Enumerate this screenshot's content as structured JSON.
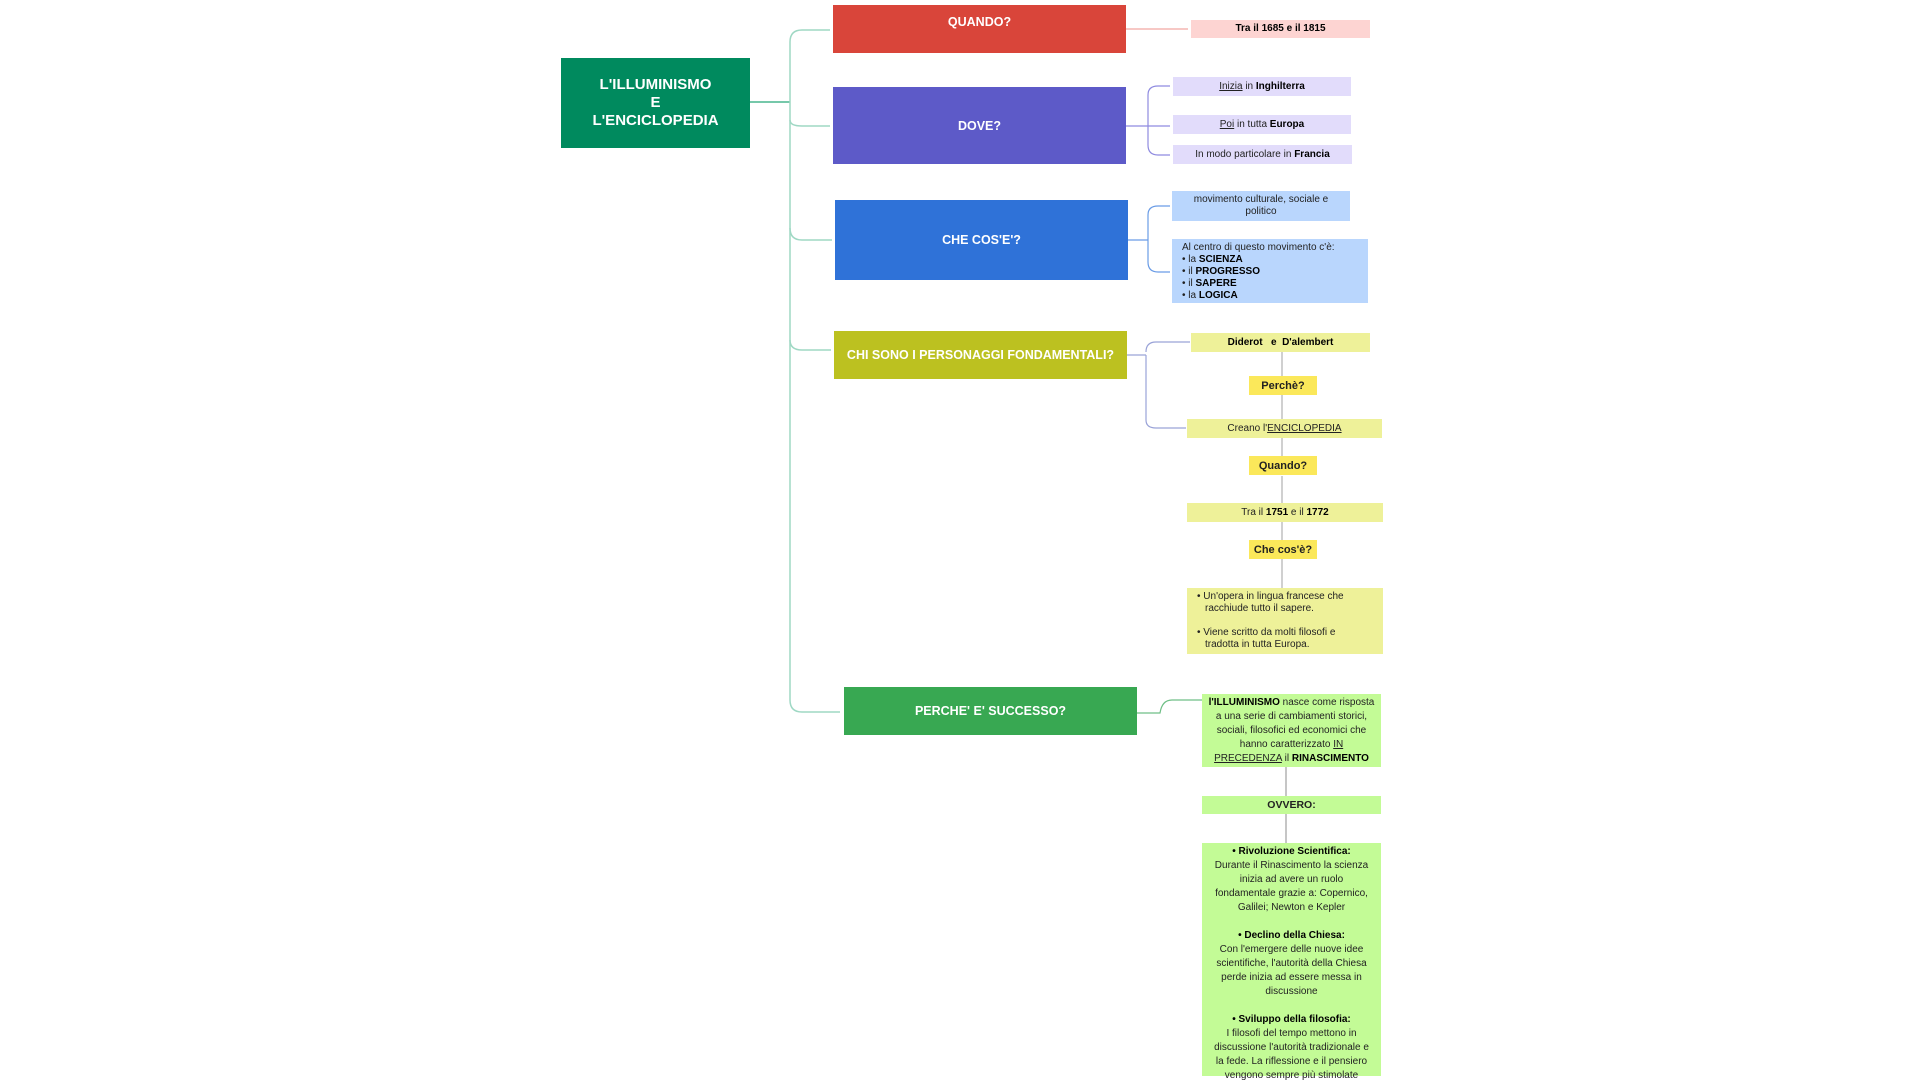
{
  "colors": {
    "root": "#008a5e",
    "quando": "#d9453a",
    "dove": "#5d5ac8",
    "checose": "#2f72d8",
    "chi": "#bcc120",
    "perche": "#38a852",
    "leaf_pink": "#fdd4d2",
    "leaf_lavender": "#e2dcfb",
    "leaf_blue": "#b9d6fd",
    "leaf_lime": "#eef199",
    "leaf_yellow": "#fbe85a",
    "leaf_green": "#c3fb96"
  },
  "root": {
    "line1": "L'ILLUMINISMO",
    "line2": "E",
    "line3": "L'ENCICLOPEDIA"
  },
  "branches": {
    "quando": "QUANDO?",
    "dove": "DOVE?",
    "checose": "CHE COS'E'?",
    "chi": "CHI SONO I PERSONAGGI FONDAMENTALI?",
    "perche": "PERCHE' E' SUCCESSO?"
  },
  "quando": {
    "period": "Tra il 1685 e il 1815"
  },
  "dove": {
    "item1": {
      "a": "Inizia",
      "b": " in ",
      "c": "Inghilterra"
    },
    "item2": {
      "a": "Poi",
      "b": " in tutta ",
      "c": "Europa"
    },
    "item3": {
      "a": "In modo particolare in ",
      "c": "Francia"
    }
  },
  "checose": {
    "def": "movimento culturale, sociale e politico",
    "intro": "Al centro di questo movimento c'è:",
    "items": [
      {
        "pre": "• la ",
        "b": "SCIENZA"
      },
      {
        "pre": "• il ",
        "b": "PROGRESSO"
      },
      {
        "pre": "• il ",
        "b": "SAPERE"
      },
      {
        "pre": "• la ",
        "b": "LOGICA"
      }
    ]
  },
  "chi": {
    "names": "Diderot   e  D'alembert",
    "q1": "Perchè?",
    "creano_pre": "Creano l'",
    "creano_u": "ENCICLOPEDIA",
    "q2": "Quando?",
    "period_pre": "Tra il ",
    "period_y1": "1751",
    "period_mid": " e il ",
    "period_y2": "1772",
    "q3": "Che cos'è?",
    "desc1a": "• Un'opera in lingua francese che",
    "desc1b": "racchiude tutto il sapere.",
    "desc2a": "• Viene scritto da molti filosofi e",
    "desc2b": "tradotta in tutta Europa."
  },
  "perche": {
    "intro_b": "l'ILLUMINISMO",
    "intro_t1": " nasce come risposta",
    "intro_t2": "a una serie di cambiamenti storici,",
    "intro_t3": "sociali, filosofici ed economici che",
    "intro_t4": "hanno caratterizzato ",
    "intro_u1": "IN",
    "intro_u2": "PRECEDENZA",
    "intro_t5": " il ",
    "intro_b2": "RINASCIMENTO",
    "ovvero": "OVVERO:",
    "s1_title": "• Rivoluzione Scientifica:",
    "s1_lines": [
      "Durante il Rinascimento la scienza",
      "inizia ad avere un ruolo",
      "fondamentale grazie a: Copernico,",
      "Galilei; Newton e Kepler"
    ],
    "s2_title": "• Declino della Chiesa:",
    "s2_lines": [
      "Con l'emergere delle nuove idee",
      "scientifiche, l'autorità della Chiesa",
      "perde inizia ad essere messa in",
      "discussione"
    ],
    "s3_title": "• Sviluppo della filosofia:",
    "s3_lines": [
      "I filosofi del tempo mettono in",
      "discussione l'autorità tradizionale e",
      "la fede. La riflessione e il pensiero",
      "vengono sempre più stimolate"
    ]
  }
}
